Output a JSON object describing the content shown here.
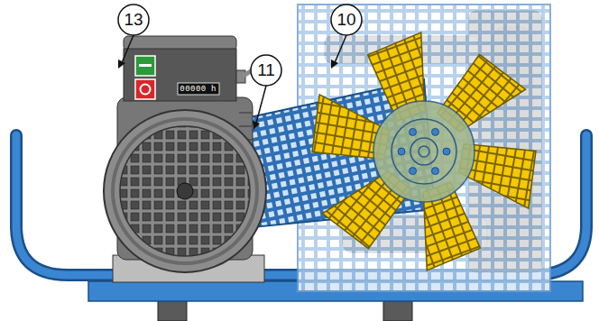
{
  "diagram": {
    "labels": [
      "13",
      "10",
      "11",
      "00000",
      "h"
    ]
  }
}
